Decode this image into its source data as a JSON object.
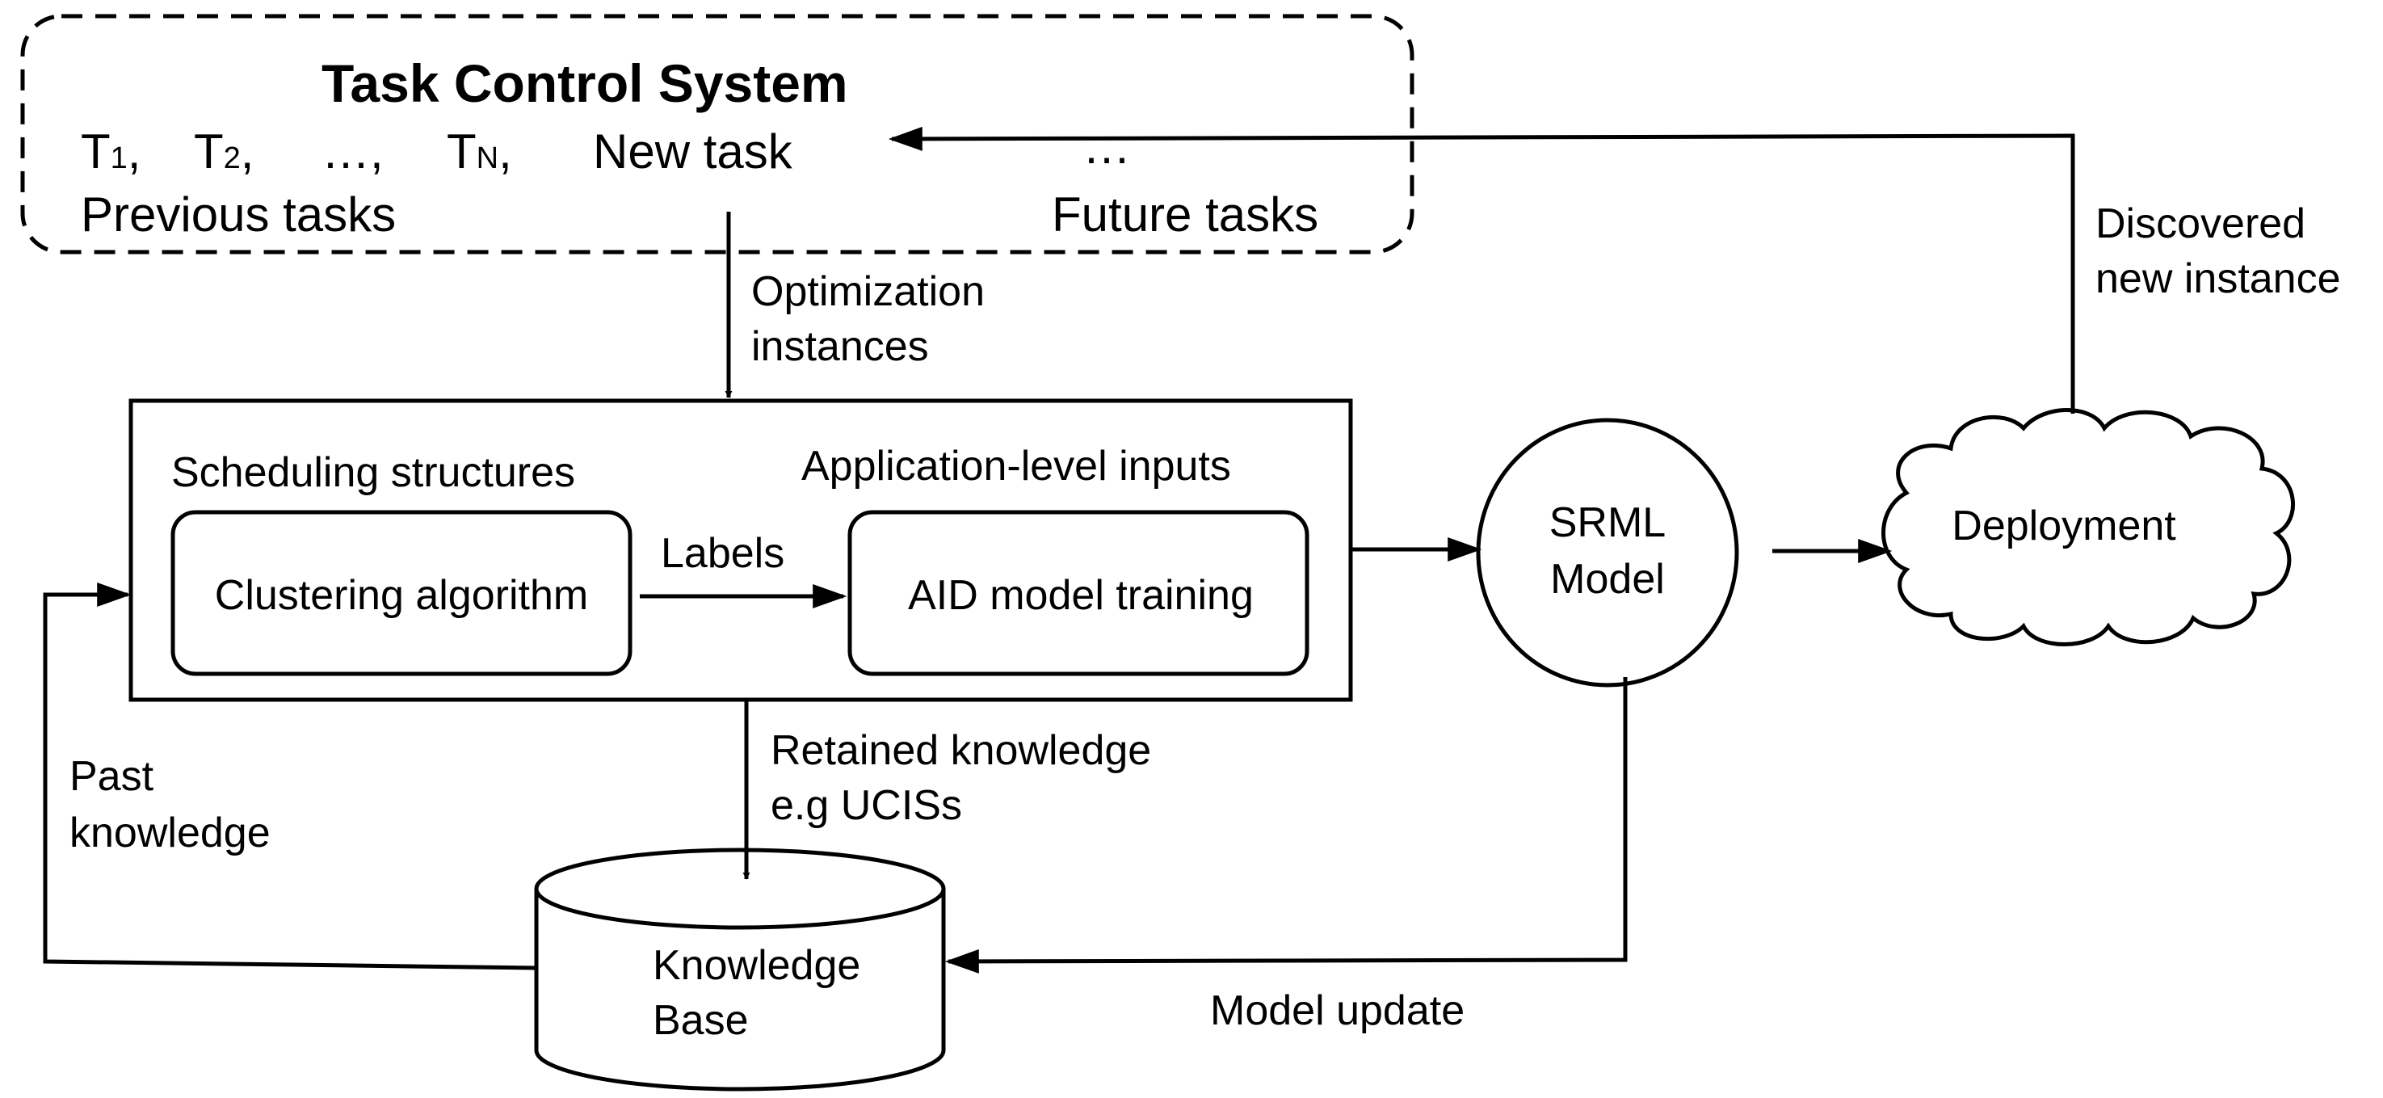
{
  "tcs": {
    "title": "Task Control System",
    "t1": "T",
    "t1_sub": "1",
    "t1_sep": ",",
    "t2": "T",
    "t2_sub": "2",
    "t2_sep": ",",
    "ellipsis": "…,",
    "tn": "T",
    "tn_sub": "N",
    "tn_sep": ",",
    "new_task": "New task",
    "future_ellipsis": "…",
    "previous_tasks": "Previous tasks",
    "future_tasks": "Future tasks"
  },
  "edges": {
    "optimization_line1": "Optimization",
    "optimization_line2": "instances",
    "labels": "Labels",
    "retained_line1": "Retained knowledge",
    "retained_line2": "e.g UCISs",
    "past_line1": "Past",
    "past_line2": "knowledge",
    "model_update": "Model update",
    "discovered_line1": "Discovered",
    "discovered_line2": "new instance"
  },
  "main_box": {
    "scheduling_title": "Scheduling structures",
    "application_title": "Application-level inputs",
    "clustering": "Clustering algorithm",
    "aid_training": "AID model training"
  },
  "srml": {
    "line1": "SRML",
    "line2": "Model"
  },
  "deployment": {
    "label": "Deployment"
  },
  "knowledge_base": {
    "line1": "Knowledge",
    "line2": "Base"
  }
}
